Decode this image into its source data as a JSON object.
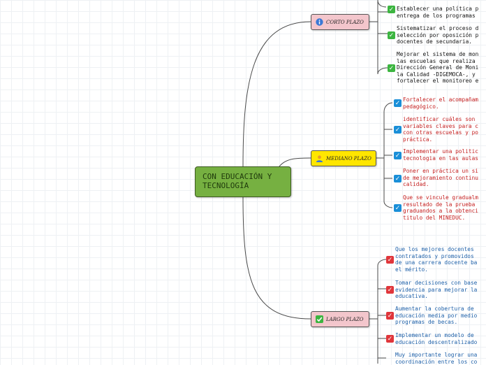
{
  "root": {
    "label": "CON EDUCACIÓN Y\nTECNOLOGÍA"
  },
  "branches": {
    "corto": {
      "label": "CORTO PLAZO",
      "icon": "info-icon",
      "color": "#f3c6cc"
    },
    "mediano": {
      "label": "MEDIANO PLAZO",
      "icon": "person-icon",
      "color": "#ffe600"
    },
    "largo": {
      "label": "LARGO PLAZO",
      "icon": "check-icon",
      "color": "#f3c6cc"
    }
  },
  "items": {
    "corto": [
      {
        "text": "Establecer una política p\nentrega de los programas",
        "check": "green"
      },
      {
        "text": "Sistematizar el proceso d\nselección por oposición p\ndocentes de secundaria.",
        "check": "green"
      },
      {
        "text": "Mejorar el sistema de mon\nlas escuelas que realiza\nDirección General de Moni\nla Calidad -DIGEMOCA-, y\nfortalecer el monitoreo e",
        "check": "green"
      }
    ],
    "mediano": [
      {
        "text": "Fortalecer el acompañam\npedagógico.",
        "check": "blue"
      },
      {
        "text": "identificar cuáles son\nvariables claves para c\ncon otras escuelas y po\npráctica.",
        "check": "blue"
      },
      {
        "text": "Implementar una politic\ntecnologia en las aulas",
        "check": "blue"
      },
      {
        "text": "Poner en práctica un si\nde mejoramiento continu\ncalidad.",
        "check": "blue"
      },
      {
        "text": "Que se vincule gradualm\nresultado de la prueba\ngraduandos a la obtenci\ntitulo del MINEDUC.",
        "check": "blue"
      }
    ],
    "largo": [
      {
        "text": "Que los mejores docentes\ncontratados y promovidos\nde una carrera docente ba\nel mérito.",
        "check": "red"
      },
      {
        "text": "Tomar decisiones con base\nevidencia para mejorar la\neducativa.",
        "check": "red"
      },
      {
        "text": "Aumentar la cobertura de\neducación media por medio\nprogramas de becas.",
        "check": "red"
      },
      {
        "text": "Implementar un modelo de\neducación descentralizado",
        "check": "red"
      },
      {
        "text": "Muy importante lograr una\ncoordinación entre los co",
        "check": "none"
      }
    ]
  }
}
